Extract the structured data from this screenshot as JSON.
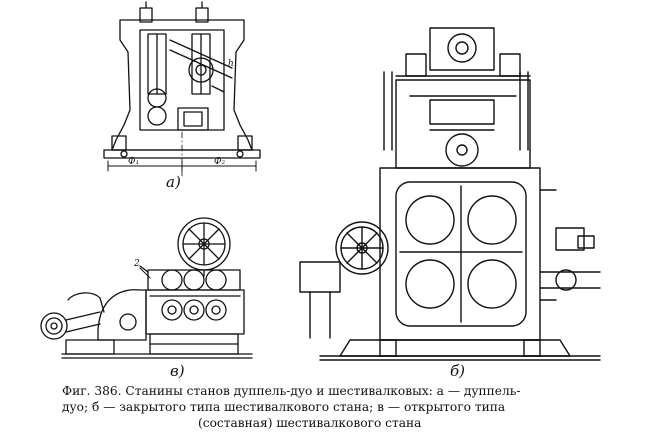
{
  "colors": {
    "ink": "#111111",
    "paper": "#ffffff"
  },
  "figure": {
    "subfigures": [
      {
        "id": "a",
        "label": "a)"
      },
      {
        "id": "v",
        "label": "в)"
      },
      {
        "id": "b",
        "label": "б)"
      }
    ],
    "drawing_a_marks": {
      "dim_left": "Ф₁",
      "dim_right": "Ф₂",
      "ref_h": "h"
    },
    "drawing_v_marks": {
      "ref_2": "2"
    },
    "caption": {
      "line1": "Фиг. 386. Станины станов дуппель-дуо и шестивалковых: а — дуппель-",
      "line2": "дуо; б — закрытого типа шестивалкового стана; в — открытого типа",
      "line3": "(составная) шестивалкового стана"
    }
  }
}
